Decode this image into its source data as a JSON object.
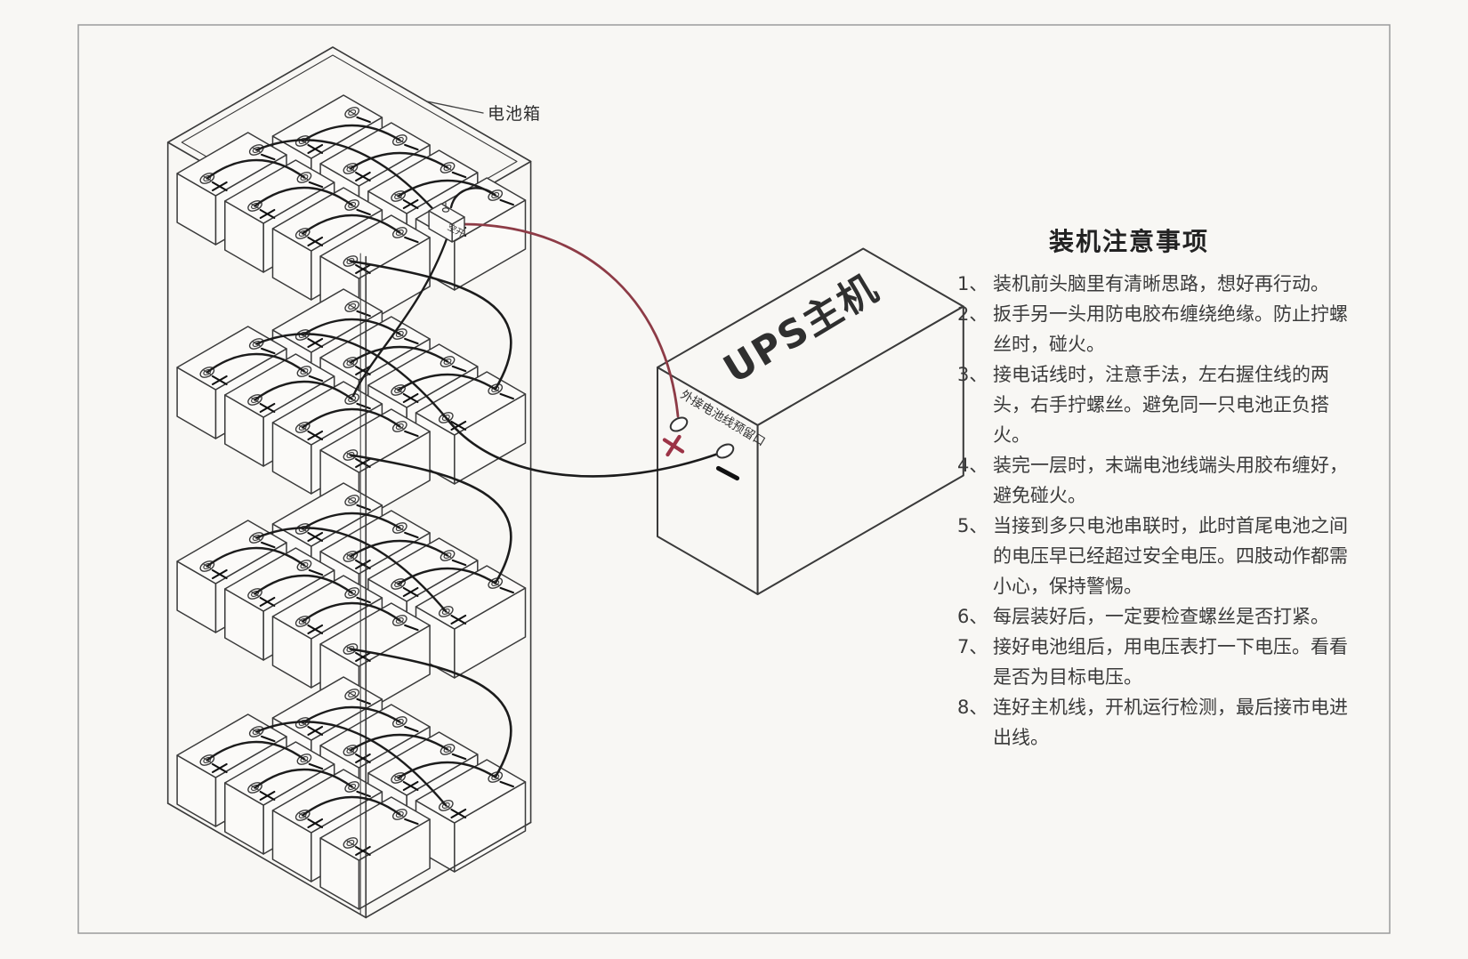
{
  "colors": {
    "background": "#f8f7f4",
    "line": "#3a3a3a",
    "battery_fill": "#fbfaf8",
    "wire": "#1c1c1c",
    "wire_red": "#8d3b46",
    "plus_red": "#9c3346",
    "border": "#9b9b9b",
    "text": "#333333"
  },
  "cabinet": {
    "label": "电池箱",
    "layers": 4,
    "batteries_per_layer": 8,
    "rows_per_layer": 2
  },
  "breaker": {
    "label": "空开"
  },
  "ups": {
    "label": "UPS主机",
    "port_label": "外接电池线预留口",
    "plus_symbol": "+",
    "minus_symbol": "−"
  },
  "battery": {
    "plus_symbol": "+",
    "minus_symbol": "−"
  },
  "notes": {
    "title": "装机注意事项",
    "num_suffix": "、",
    "items": [
      {
        "num": "1",
        "text": "装机前头脑里有清晰思路，想好再行动。"
      },
      {
        "num": "2",
        "text": "扳手另一头用防电胶布缠绕绝缘。防止拧螺丝时，碰火。"
      },
      {
        "num": "3",
        "text": "接电话线时，注意手法，左右握住线的两头，右手拧螺丝。避免同一只电池正负搭火。"
      },
      {
        "num": "4",
        "text": "装完一层时，末端电池线端头用胶布缠好，避免碰火。"
      },
      {
        "num": "5",
        "text": "当接到多只电池串联时，此时首尾电池之间的电压早已经超过安全电压。四肢动作都需小心，保持警惕。"
      },
      {
        "num": "6",
        "text": "每层装好后，一定要检查螺丝是否打紧。"
      },
      {
        "num": "7",
        "text": "接好电池组后，用电压表打一下电压。看看是否为目标电压。"
      },
      {
        "num": "8",
        "text": "连好主机线，开机运行检测，最后接市电进出线。"
      }
    ]
  }
}
